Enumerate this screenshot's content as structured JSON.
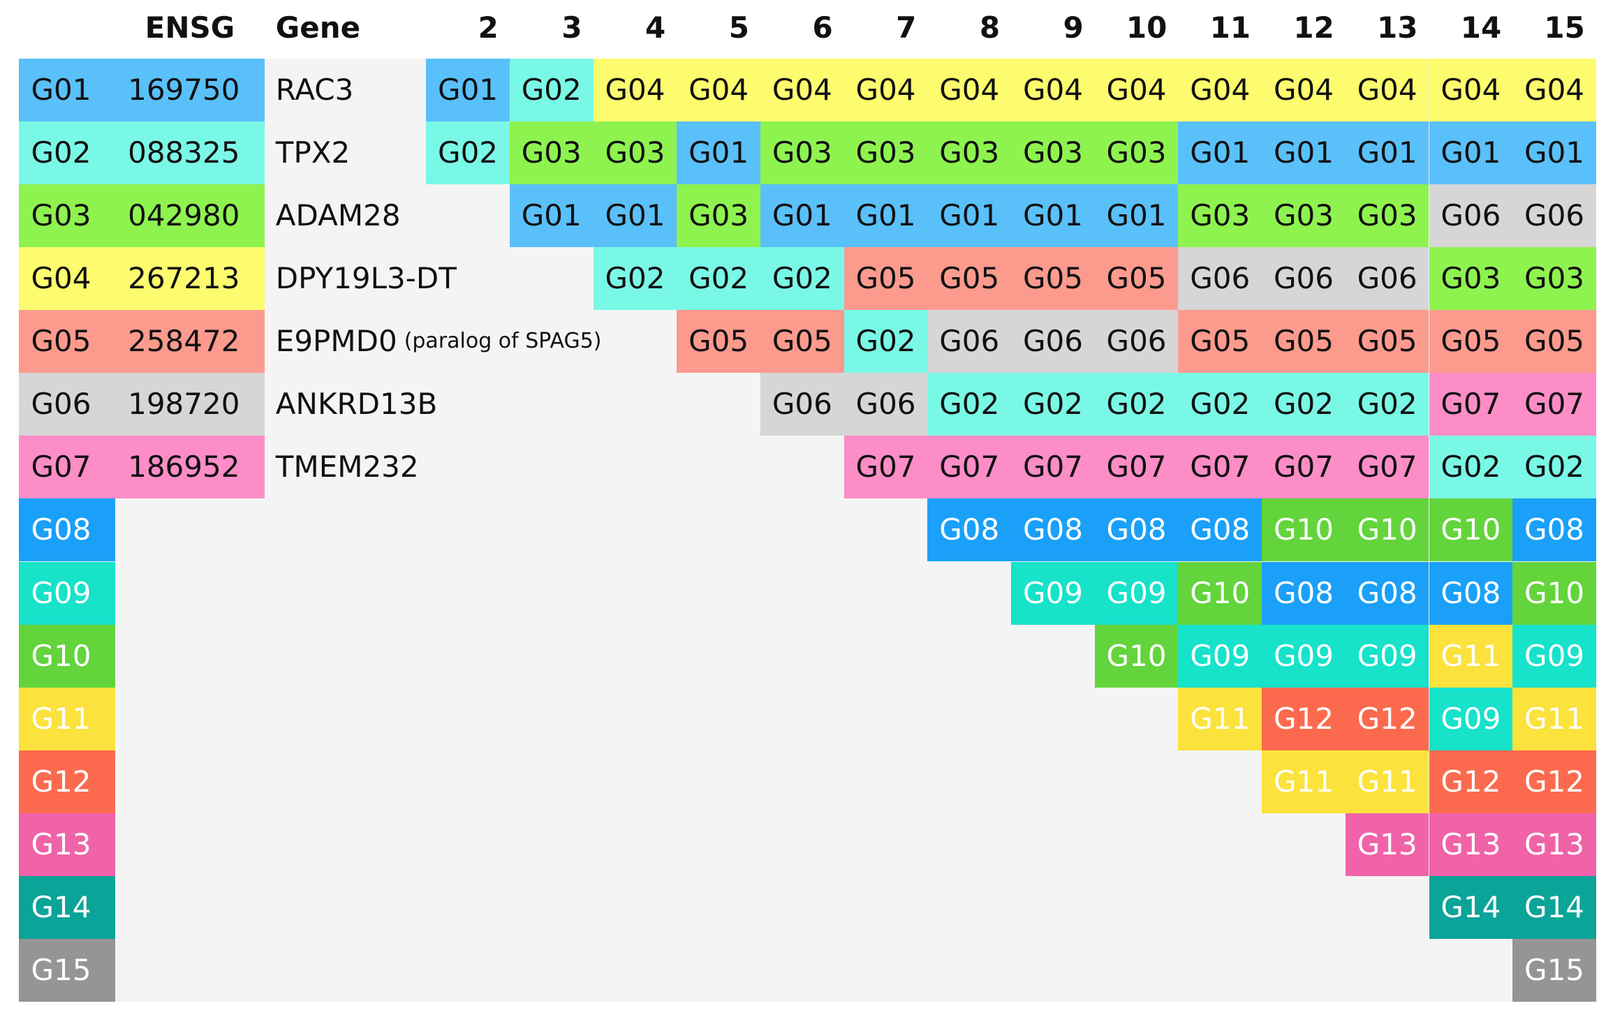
{
  "headers": {
    "ensg": "ENSG",
    "gene": "Gene",
    "columns": [
      "2",
      "3",
      "4",
      "5",
      "6",
      "7",
      "8",
      "9",
      "10",
      "11",
      "12",
      "13",
      "14",
      "15"
    ]
  },
  "groups": [
    {
      "id": "G01",
      "color": "#5ac0fa",
      "text": "#111111"
    },
    {
      "id": "G02",
      "color": "#7af8e6",
      "text": "#111111"
    },
    {
      "id": "G03",
      "color": "#8ef34f",
      "text": "#111111"
    },
    {
      "id": "G04",
      "color": "#fdfb6e",
      "text": "#111111"
    },
    {
      "id": "G05",
      "color": "#fc9a8e",
      "text": "#111111"
    },
    {
      "id": "G06",
      "color": "#d6d6d6",
      "text": "#111111"
    },
    {
      "id": "G07",
      "color": "#fd8dc6",
      "text": "#111111"
    },
    {
      "id": "G08",
      "color": "#1aa0f8",
      "text": "#ffffff"
    },
    {
      "id": "G09",
      "color": "#17e2ca",
      "text": "#ffffff"
    },
    {
      "id": "G10",
      "color": "#63d43c",
      "text": "#ffffff"
    },
    {
      "id": "G11",
      "color": "#fbe23c",
      "text": "#ffffff"
    },
    {
      "id": "G12",
      "color": "#fb6a4e",
      "text": "#ffffff"
    },
    {
      "id": "G13",
      "color": "#f063a8",
      "text": "#ffffff"
    },
    {
      "id": "G14",
      "color": "#0ba498",
      "text": "#ffffff"
    },
    {
      "id": "G15",
      "color": "#959595",
      "text": "#ffffff"
    }
  ],
  "genes": [
    {
      "group": "G01",
      "ensg": "169750",
      "name": "RAC3",
      "note": ""
    },
    {
      "group": "G02",
      "ensg": "088325",
      "name": "TPX2",
      "note": ""
    },
    {
      "group": "G03",
      "ensg": "042980",
      "name": "ADAM28",
      "note": ""
    },
    {
      "group": "G04",
      "ensg": "267213",
      "name": "DPY19L3-DT",
      "note": ""
    },
    {
      "group": "G05",
      "ensg": "258472",
      "name": "E9PMD0",
      "note": "(paralog of SPAG5)"
    },
    {
      "group": "G06",
      "ensg": "198720",
      "name": "ANKRD13B",
      "note": ""
    },
    {
      "group": "G07",
      "ensg": "186952",
      "name": "TMEM232",
      "note": ""
    }
  ],
  "matrix": [
    [
      "G01",
      "G02",
      "G04",
      "G04",
      "G04",
      "G04",
      "G04",
      "G04",
      "G04",
      "G04",
      "G04",
      "G04",
      "G04",
      "G04"
    ],
    [
      "G02",
      "G03",
      "G03",
      "G01",
      "G03",
      "G03",
      "G03",
      "G03",
      "G03",
      "G01",
      "G01",
      "G01",
      "G01",
      "G01"
    ],
    [
      null,
      "G01",
      "G01",
      "G03",
      "G01",
      "G01",
      "G01",
      "G01",
      "G01",
      "G03",
      "G03",
      "G03",
      "G06",
      "G06"
    ],
    [
      null,
      null,
      "G02",
      "G02",
      "G02",
      "G05",
      "G05",
      "G05",
      "G05",
      "G06",
      "G06",
      "G06",
      "G03",
      "G03"
    ],
    [
      null,
      null,
      null,
      "G05",
      "G05",
      "G02",
      "G06",
      "G06",
      "G06",
      "G05",
      "G05",
      "G05",
      "G05",
      "G05"
    ],
    [
      null,
      null,
      null,
      null,
      "G06",
      "G06",
      "G02",
      "G02",
      "G02",
      "G02",
      "G02",
      "G02",
      "G07",
      "G07"
    ],
    [
      null,
      null,
      null,
      null,
      null,
      "G07",
      "G07",
      "G07",
      "G07",
      "G07",
      "G07",
      "G07",
      "G02",
      "G02"
    ],
    [
      null,
      null,
      null,
      null,
      null,
      null,
      "G08",
      "G08",
      "G08",
      "G08",
      "G10",
      "G10",
      "G10",
      "G08"
    ],
    [
      null,
      null,
      null,
      null,
      null,
      null,
      null,
      "G09",
      "G09",
      "G10",
      "G08",
      "G08",
      "G08",
      "G10"
    ],
    [
      null,
      null,
      null,
      null,
      null,
      null,
      null,
      null,
      "G10",
      "G09",
      "G09",
      "G09",
      "G11",
      "G09"
    ],
    [
      null,
      null,
      null,
      null,
      null,
      null,
      null,
      null,
      null,
      "G11",
      "G12",
      "G12",
      "G09",
      "G11"
    ],
    [
      null,
      null,
      null,
      null,
      null,
      null,
      null,
      null,
      null,
      null,
      "G11",
      "G11",
      "G12",
      "G12"
    ],
    [
      null,
      null,
      null,
      null,
      null,
      null,
      null,
      null,
      null,
      null,
      null,
      "G13",
      "G13",
      "G13"
    ],
    [
      null,
      null,
      null,
      null,
      null,
      null,
      null,
      null,
      null,
      null,
      null,
      null,
      "G14",
      "G14"
    ],
    [
      null,
      null,
      null,
      null,
      null,
      null,
      null,
      null,
      null,
      null,
      null,
      null,
      null,
      "G15"
    ]
  ]
}
